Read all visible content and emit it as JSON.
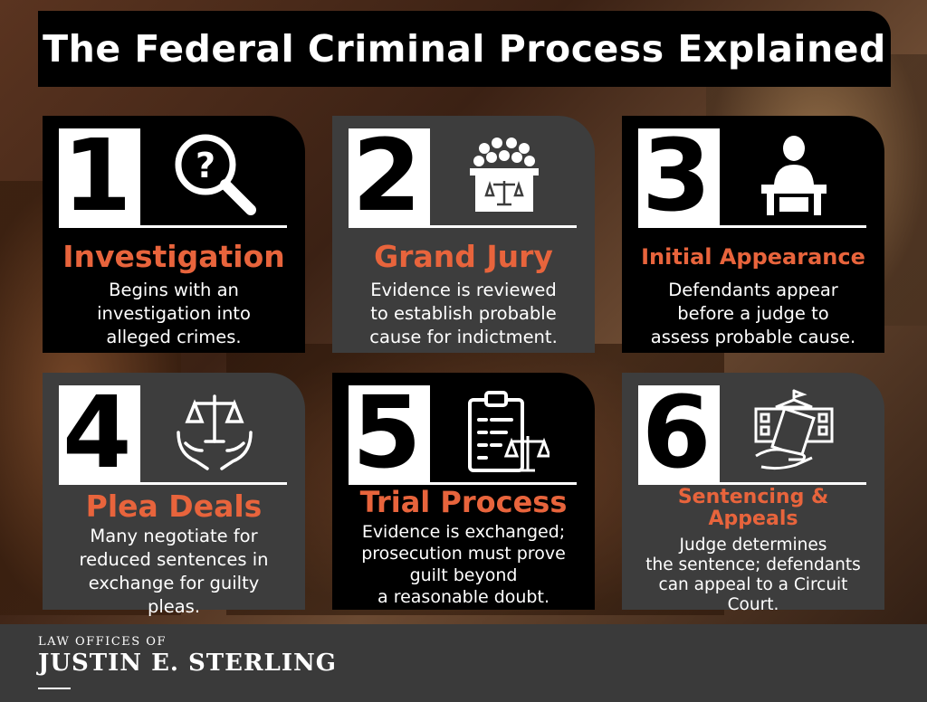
{
  "title": "The Federal Criminal Process Explained",
  "colors": {
    "accent": "#e8643c",
    "dark_card": "#000000",
    "grey_card": "#3d3d3d"
  },
  "steps": [
    {
      "number": "1",
      "icon": "magnifier-question-icon",
      "title": "Investigation",
      "desc": [
        "Begins with an",
        "investigation into",
        "alleged crimes."
      ]
    },
    {
      "number": "2",
      "icon": "jury-box-icon",
      "title": "Grand Jury",
      "desc": [
        "Evidence is reviewed",
        "to establish probable",
        "cause for indictment."
      ]
    },
    {
      "number": "3",
      "icon": "defendant-at-desk-icon",
      "title": "Initial Appearance",
      "desc": [
        "Defendants appear",
        "before a judge to",
        "assess probable cause."
      ]
    },
    {
      "number": "4",
      "icon": "scales-in-hands-icon",
      "title": "Plea Deals",
      "desc": [
        "Many negotiate for",
        "reduced sentences in",
        "exchange for guilty",
        "pleas."
      ]
    },
    {
      "number": "5",
      "icon": "clipboard-scales-icon",
      "title": "Trial Process",
      "desc": [
        "Evidence is exchanged;",
        "prosecution must prove",
        "guilt beyond",
        "a reasonable doubt."
      ]
    },
    {
      "number": "6",
      "icon": "appeal-documents-icon",
      "title": "Sentencing & Appeals",
      "desc": [
        "Judge determines",
        "the sentence; defendants",
        "can appeal to a Circuit",
        "Court."
      ]
    }
  ],
  "footer": {
    "firm_prefix": "LAW OFFICES OF",
    "firm_name": "JUSTIN E. STERLING"
  }
}
